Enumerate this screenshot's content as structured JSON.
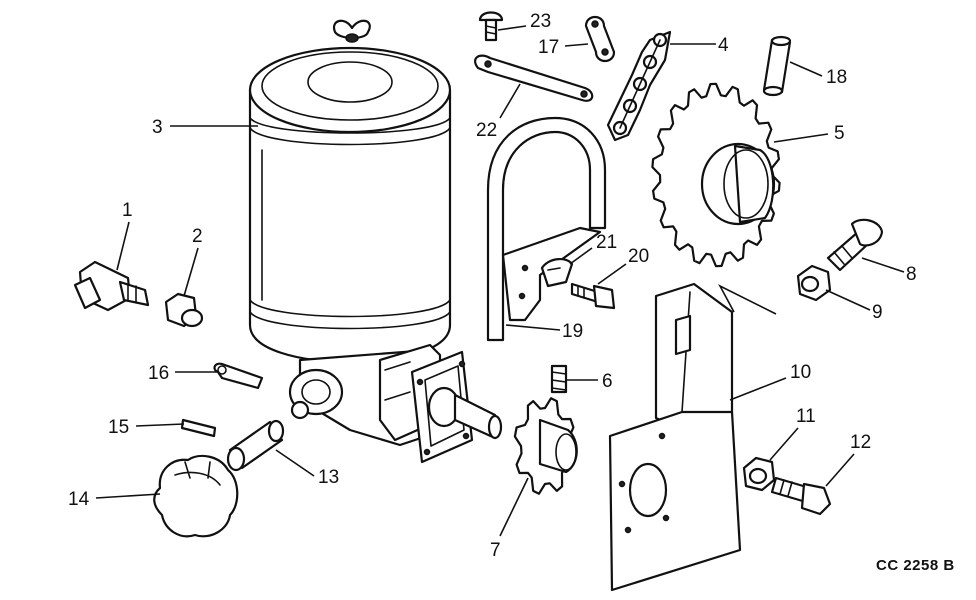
{
  "drawing_code": "CC 2258 B",
  "callouts": [
    {
      "id": "1",
      "text": "1"
    },
    {
      "id": "2",
      "text": "2"
    },
    {
      "id": "3",
      "text": "3"
    },
    {
      "id": "4",
      "text": "4"
    },
    {
      "id": "5",
      "text": "5"
    },
    {
      "id": "6",
      "text": "6"
    },
    {
      "id": "7",
      "text": "7"
    },
    {
      "id": "8",
      "text": "8"
    },
    {
      "id": "9",
      "text": "9"
    },
    {
      "id": "10",
      "text": "10"
    },
    {
      "id": "11",
      "text": "11"
    },
    {
      "id": "12",
      "text": "12"
    },
    {
      "id": "13",
      "text": "13"
    },
    {
      "id": "14",
      "text": "14"
    },
    {
      "id": "15",
      "text": "15"
    },
    {
      "id": "16",
      "text": "16"
    },
    {
      "id": "17",
      "text": "17"
    },
    {
      "id": "18",
      "text": "18"
    },
    {
      "id": "19",
      "text": "19"
    },
    {
      "id": "20",
      "text": "20"
    },
    {
      "id": "21",
      "text": "21"
    },
    {
      "id": "22",
      "text": "22"
    },
    {
      "id": "23",
      "text": "23"
    }
  ]
}
